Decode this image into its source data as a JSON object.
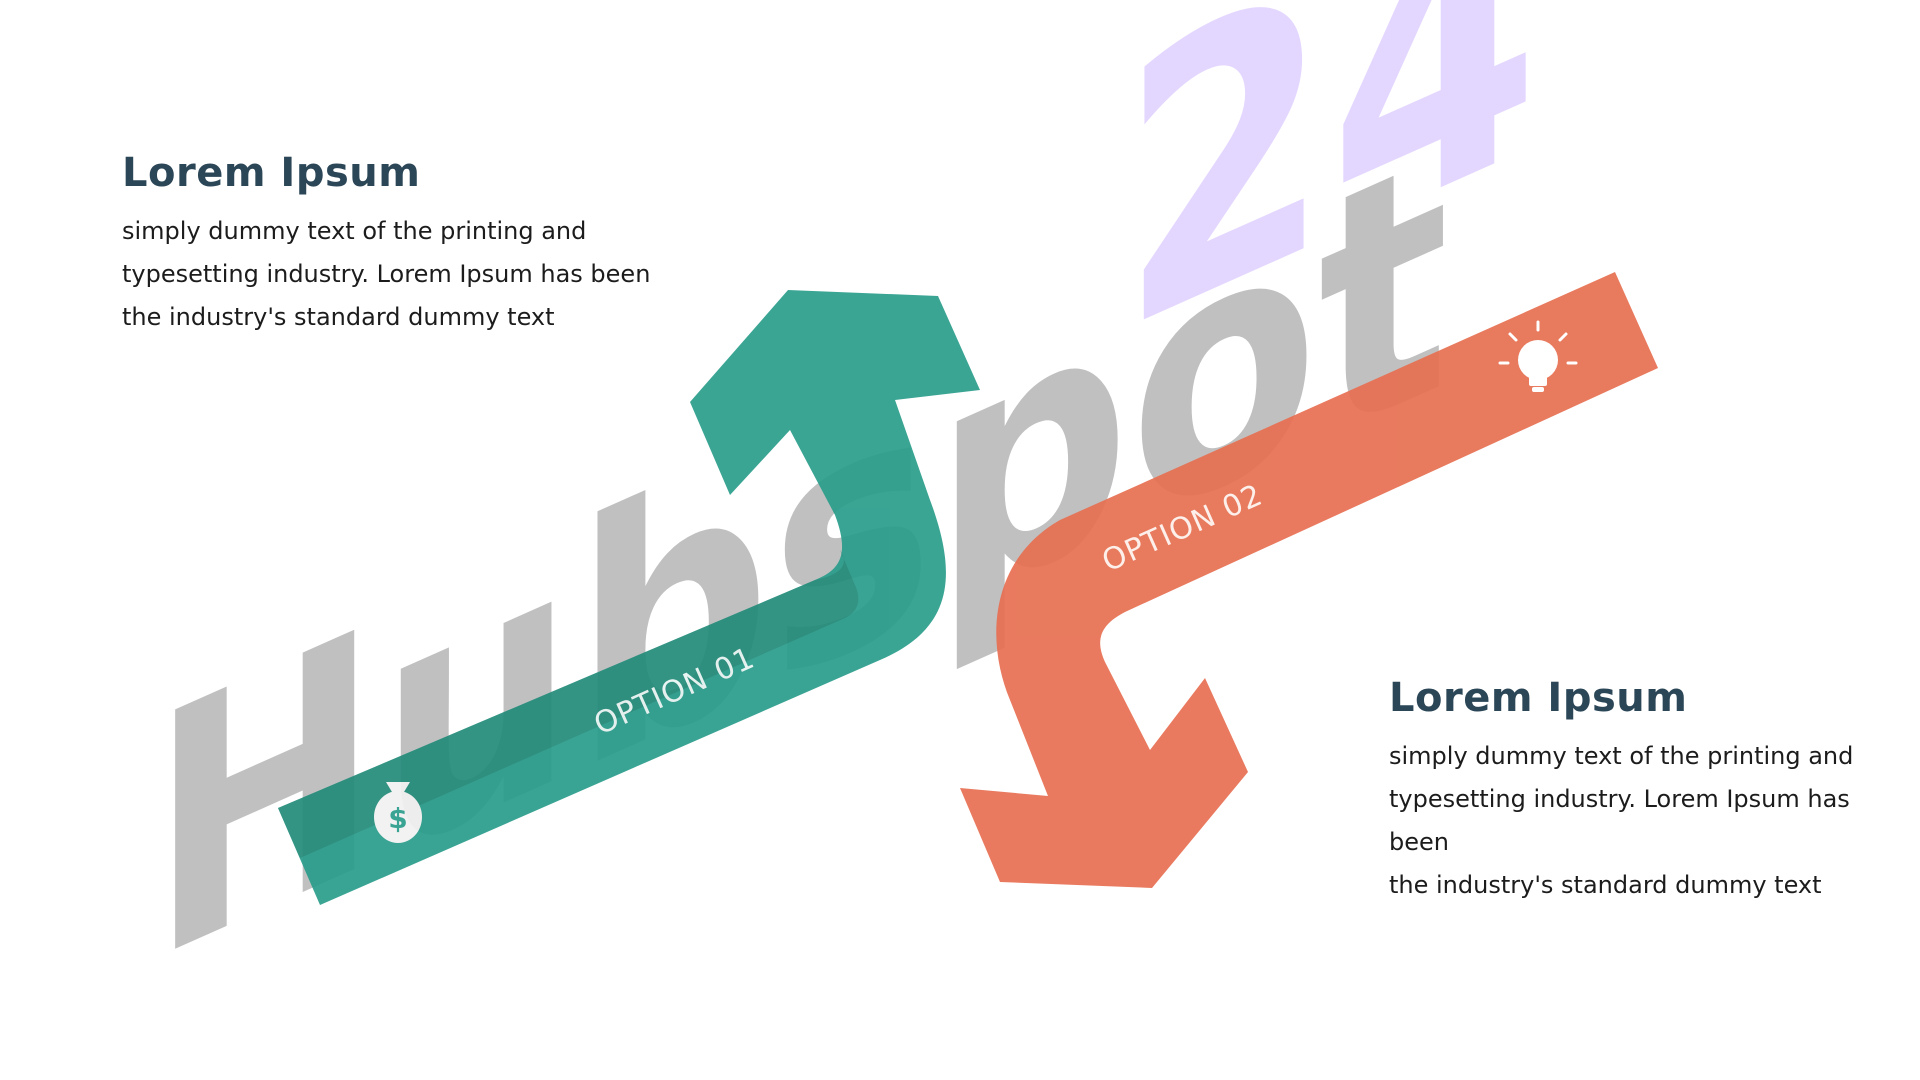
{
  "blocks": [
    {
      "title": "Lorem Ipsum",
      "body_lines": [
        "simply dummy text of the printing and",
        "typesetting industry. Lorem Ipsum has been",
        "the industry's standard dummy text"
      ]
    },
    {
      "title": "Lorem Ipsum",
      "body_lines": [
        "simply dummy text of the printing and",
        "typesetting industry. Lorem Ipsum has been",
        "the industry's standard dummy text"
      ]
    }
  ],
  "arrows": [
    {
      "label": "OPTION 01",
      "color": "#2a9d8b",
      "icon": "money-bag-icon"
    },
    {
      "label": "OPTION 02",
      "color": "#e76f51",
      "icon": "light-bulb-icon"
    }
  ],
  "watermark": {
    "text": "Hubspot",
    "number": "24",
    "text_color": "#bdbdbd",
    "number_color": "#e3d5ff"
  },
  "colors": {
    "title": "#2b4657",
    "body": "#1c1c1c",
    "background": "#ffffff"
  }
}
